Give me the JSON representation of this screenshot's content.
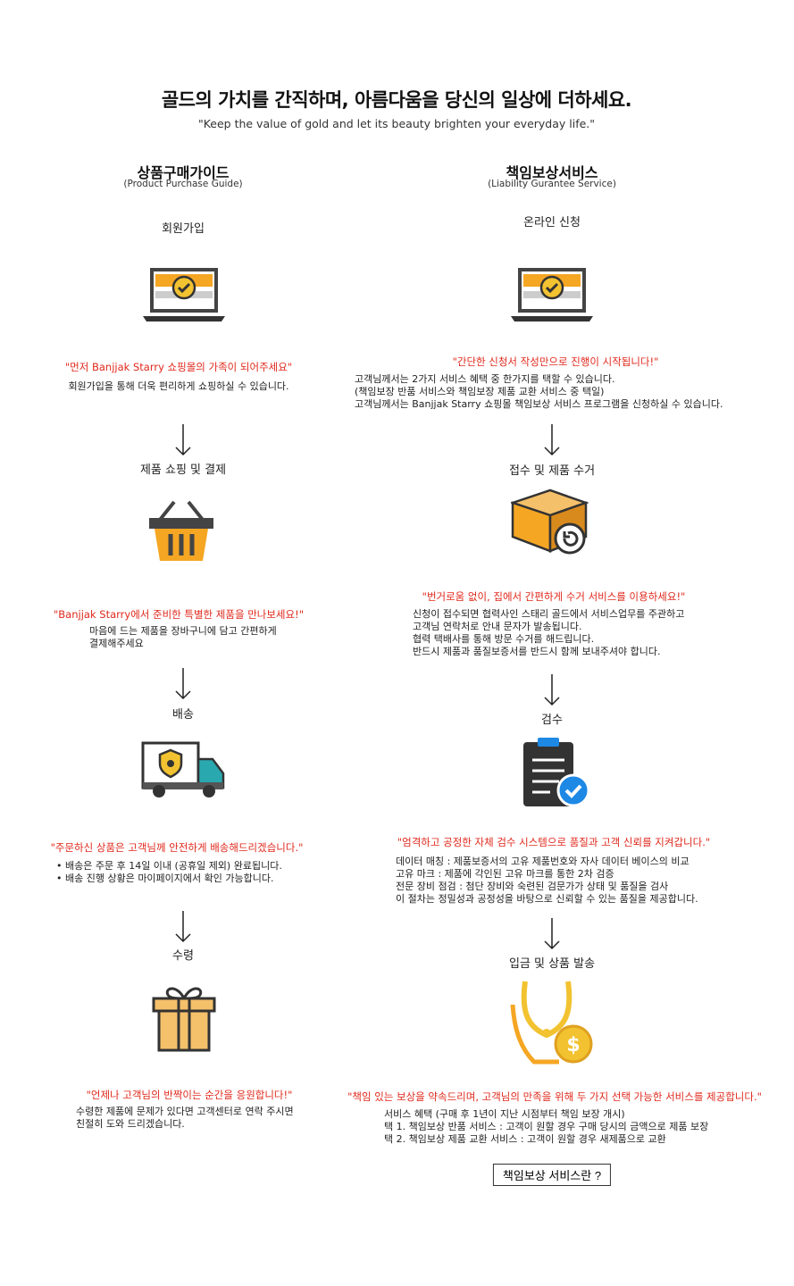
{
  "header": {
    "title": "골드의 가치를 간직하며, 아름다움을 당신의 일상에 더하세요.",
    "subtitle": "\"Keep the value of gold and let its beauty brighten your everyday life.\""
  },
  "left": {
    "heading": "상품구매가이드",
    "heading_en": "(Product Purchase Guide)",
    "steps": [
      {
        "label": "회원가입",
        "icon": "laptop-check-icon",
        "quote": "\"먼저 Banjjak Starry 쇼핑몰의 가족이 되어주세요\"",
        "lines": [
          "회원가입을 통해 더욱 편리하게 쇼핑하실 수 있습니다."
        ]
      },
      {
        "label": "제품 쇼핑 및 결제",
        "icon": "shopping-basket-icon",
        "quote": "\"Banjjak Starry에서 준비한 특별한 제품을 만나보세요!\"",
        "lines": [
          "마음에 드는 제품을 장바구니에 담고 간편하게",
          "결제해주세요"
        ]
      },
      {
        "label": "배송",
        "icon": "delivery-truck-icon",
        "quote": "\"주문하신 상품은 고객님께 안전하게 배송해드리겠습니다.\"",
        "lines": [
          "•  배송은 주문 후 14일 이내 (공휴일 제외) 완료됩니다.",
          "•  배송 진행 상황은 마이페이지에서 확인 가능합니다."
        ]
      },
      {
        "label": "수령",
        "icon": "gift-box-icon",
        "quote": "\"언제나 고객님의 반짝이는 순간을 응원합니다!\"",
        "lines": [
          "수령한 제품에 문제가 있다면 고객센터로 연락 주시면",
          "친절히 도와 드리겠습니다."
        ]
      }
    ]
  },
  "right": {
    "heading": "책임보상서비스",
    "heading_en": "(Liability Gurantee Service)",
    "steps": [
      {
        "label": "온라인 신청",
        "icon": "laptop-check-icon",
        "quote": "\"간단한 신청서 작성만으로 진행이 시작됩니다!\"",
        "lines": [
          "고객님께서는 2가지 서비스 혜택 중 한가지를 택할 수 있습니다.",
          "(책임보장 반품 서비스와 책임보장 제품 교환 서비스 중 택일)",
          "고객님께서는 Banjjak Starry 쇼핑몰 책임보상 서비스 프로그램을 신청하실 수 있습니다."
        ]
      },
      {
        "label": "접수 및 제품 수거",
        "icon": "return-box-icon",
        "quote": "\"번거로움 없이, 집에서 간편하게 수거 서비스를 이용하세요!\"",
        "lines": [
          "신청이 접수되면 협력사인 스태리 골드에서 서비스업무를 주관하고",
          "고객님 연락처로 안내 문자가 발송됩니다.",
          "협력 택배사를 통해 방문 수거를 해드립니다.",
          "반드시 제품과 품질보증서를 반드시 함께 보내주셔야 합니다."
        ]
      },
      {
        "label": "검수",
        "icon": "clipboard-check-icon",
        "quote": "\"엄격하고 공정한 자체 검수 시스템으로 품질과 고객 신뢰를 지켜갑니다.\"",
        "lines": [
          "데이터 매칭 : 제품보증서의 고유 제품번호와 자사 데이터 베이스의 비교",
          "고유 마크 :  제품에 각인된 고유 마크를 통한 2차 검증",
          "전문 장비 점검 : 첨단 장비와 숙련된 검문가가 상태 및 품질을 검사",
          "이 절차는 정밀성과 공정성을 바탕으로 신뢰할 수 있는 품질을 제공합니다."
        ]
      },
      {
        "label": "입금 및 상품 발송",
        "icon": "necklace-dollar-icon",
        "quote": "\"책임 있는 보상을 약속드리며, 고객님의 만족을 위해 두 가지 선택 가능한 서비스를 제공합니다.\"",
        "lines": [
          "서비스 혜택 (구매 후 1년이 지난 시점부터 책임 보장 개시)",
          "택 1. 책임보상 반품 서비스 : 고객이 원할 경우 구매 당시의 금액으로 제품 보장",
          "택 2. 책임보상 제품 교환 서비스 : 고객이 원할 경우 새제품으로 교환"
        ]
      }
    ],
    "button": "책임보상 서비스란 ?"
  },
  "colors": {
    "accent": "#e0281c",
    "orange": "#f5a623",
    "gold": "#f2c230",
    "dark": "#3a3a3a",
    "teal": "#2aa8b0",
    "blue": "#1e88e5"
  }
}
